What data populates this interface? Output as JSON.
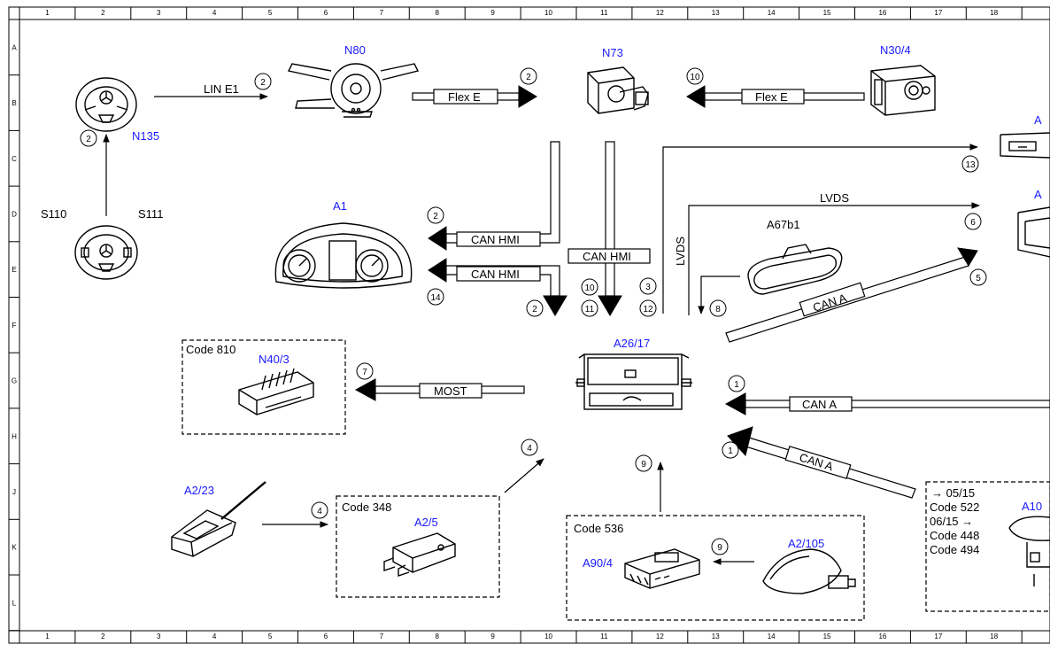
{
  "grid": {
    "columns": [
      "1",
      "2",
      "3",
      "4",
      "5",
      "6",
      "7",
      "8",
      "9",
      "10",
      "11",
      "12",
      "13",
      "14",
      "15",
      "16",
      "17",
      "18"
    ],
    "rows": [
      "A",
      "B",
      "C",
      "D",
      "E",
      "F",
      "G",
      "H",
      "J",
      "K",
      "L"
    ]
  },
  "components": {
    "n135": "N135",
    "s110": "S110",
    "s111": "S111",
    "n80": "N80",
    "n73": "N73",
    "n30_4": "N30/4",
    "a1": "A1",
    "a67b1": "A67b1",
    "a26_17": "A26/17",
    "n40_3": "N40/3",
    "a2_23": "A2/23",
    "a2_5": "A2/5",
    "a90_4": "A90/4",
    "a2_105": "A2/105",
    "a_top": "A",
    "a_mid": "A",
    "a10": "A10"
  },
  "buses": {
    "lin_e1": "LIN E1",
    "flex_e_1": "Flex E",
    "flex_e_2": "Flex E",
    "can_hmi_1": "CAN HMI",
    "can_hmi_2": "CAN HMI",
    "can_hmi_3": "CAN HMI",
    "lvds_h": "LVDS",
    "lvds_v": "LVDS",
    "can_a_1": "CAN A",
    "can_a_2": "CAN A",
    "can_a_3": "CAN A",
    "most": "MOST"
  },
  "codes": {
    "code_810": "Code 810",
    "code_348": "Code 348",
    "code_536": "Code 536",
    "box_date_1": "→ 05/15",
    "box_code_522": "Code 522",
    "box_date_2": "06/15 →",
    "box_code_448": "Code 448",
    "box_code_494": "Code 494"
  },
  "circles": {
    "c_lin": "2",
    "c_n135": "2",
    "c_flexe1": "2",
    "c_flexe2": "10",
    "c_canhmi_out": "2",
    "c_canhmi_14": "14",
    "c_canhmi_in": "2",
    "c_10": "10",
    "c_11": "11",
    "c_3": "3",
    "c_12": "12",
    "c_8": "8",
    "c_13": "13",
    "c_6": "6",
    "c_5": "5",
    "c_7": "7",
    "c_1a": "1",
    "c_1b": "1",
    "c_4a": "4",
    "c_4b": "4",
    "c_9a": "9",
    "c_9b": "9"
  }
}
